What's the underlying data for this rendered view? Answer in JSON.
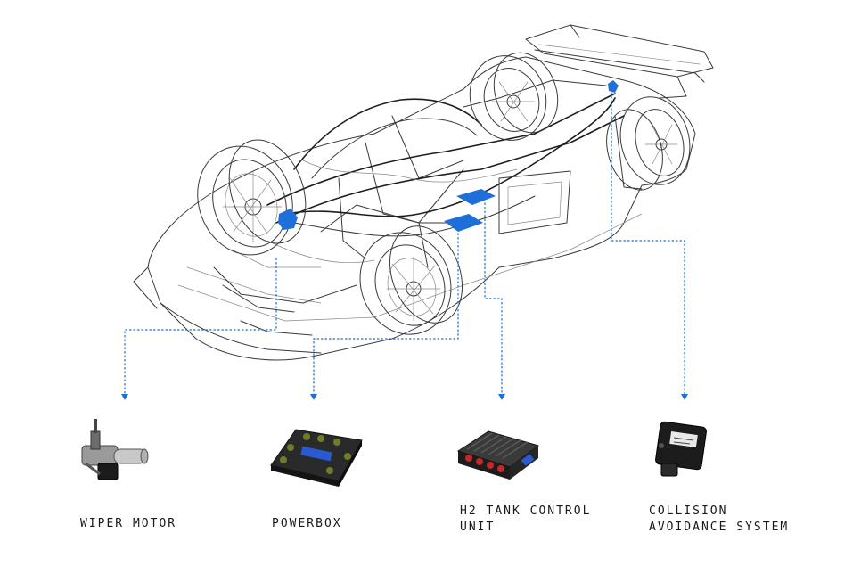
{
  "colors": {
    "accent": "#1e6fd9",
    "line": "#3a3a3a"
  },
  "components": [
    {
      "id": "wiper-motor",
      "lines": [
        "WIPER MOTOR"
      ],
      "icon": "wiper-motor-icon"
    },
    {
      "id": "powerbox",
      "lines": [
        "POWERBOX"
      ],
      "icon": "powerbox-icon"
    },
    {
      "id": "h2-tank-control-unit",
      "lines": [
        "H2 TANK CONTROL",
        "UNIT"
      ],
      "icon": "control-unit-icon"
    },
    {
      "id": "collision-avoidance-system",
      "lines": [
        "COLLISION",
        "AVOIDANCE SYSTEM"
      ],
      "icon": "sensor-module-icon"
    }
  ]
}
